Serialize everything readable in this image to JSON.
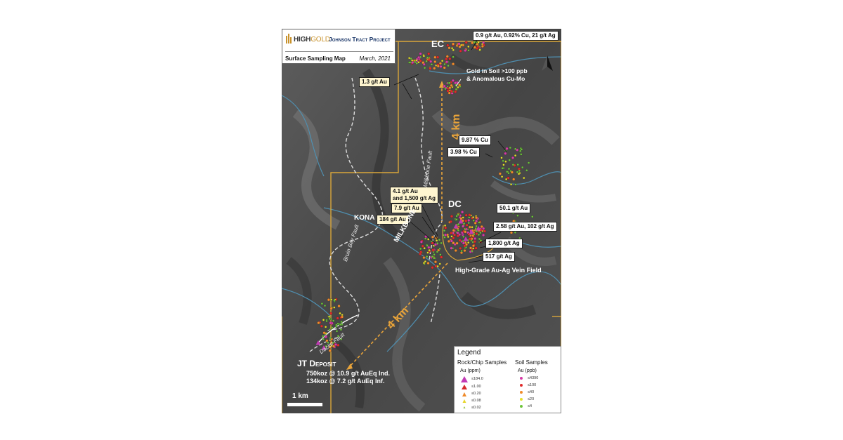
{
  "header": {
    "logo_text_a": "HIGH",
    "logo_text_b": "GOLD",
    "project": "Johnson Tract Project",
    "map_title": "Surface Sampling Map",
    "date": "March, 2021"
  },
  "labels": {
    "ec": "EC",
    "dc": "DC",
    "kona": "KONA",
    "milkbone": "MILKBONE",
    "jt_deposit": "JT Deposit",
    "jt_line1": "750koz @ 10.9 g/t AuEq Ind.",
    "jt_line2": "134koz @ 7.2 g/t AuEq Inf.",
    "vein_field": "High-Grade Au-Ag Vein Field",
    "soil_anomaly_1": "Gold in Soil >100 ppb",
    "soil_anomaly_2": "& Anomalous Cu-Mo",
    "fault_bruin": "Bruin Bay Fault",
    "fault_milkbone": "Milkbone Fault",
    "fault_dacite": "Dacite Fault",
    "distance_1": "4 km",
    "distance_2": "4 km",
    "scale": "1 km"
  },
  "callouts": {
    "c1": "0.9 g/t Au, 0.92% Cu, 21 g/t Ag",
    "c2": "1.3 g/t Au",
    "c3": "9.87 % Cu",
    "c4": "3.98 % Cu",
    "c5a": "4.1 g/t Au",
    "c5b": "and 1,500 g/t Ag",
    "c6": "7.9 g/t Au",
    "c7": "184 g/t Au",
    "c8": "50.1 g/t Au",
    "c9": "2.58 g/t Au, 102 g/t Ag",
    "c10": "1,800 g/t Ag",
    "c11": "517 g/t Ag"
  },
  "legend": {
    "title": "Legend",
    "rock_header": "Rock/Chip Samples",
    "rock_unit": "Au (ppm)",
    "rock_items": [
      "≤184.0",
      "≤1.00",
      "≤0.20",
      "≤0.08",
      "≤0.02"
    ],
    "soil_header": "Soil Samples",
    "soil_unit": "Au (ppb)",
    "soil_items": [
      "≤4390",
      "≤100",
      "≤40",
      "≤20",
      "≤4"
    ]
  },
  "colors": {
    "highgold_gold": "#c8922c",
    "claim_line": "#d9a63a",
    "distance_arrow": "#e9a43a",
    "rock_high": "#c23bb5",
    "rock_med": "#d62a2a",
    "rock_low": "#ef8a2a",
    "rock_vlow": "#e6d52a",
    "rock_min": "#8fbf3f",
    "soil_high": "#d63aa7",
    "soil_med": "#e02a2a",
    "soil_low": "#f08a2a",
    "soil_vlow": "#e4e02a",
    "soil_min": "#6cc33a"
  }
}
